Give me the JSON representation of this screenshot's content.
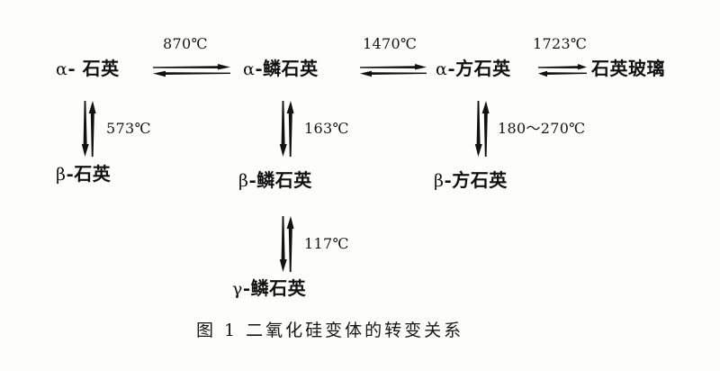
{
  "figure": {
    "caption": "图 1  二氧化硅变体的转变关系",
    "caption_number": "图 1",
    "caption_title": "二氧化硅变体的转变关系",
    "background_color": "#fdfdfc",
    "ink_color": "#121212"
  },
  "nodes": {
    "alpha_quartz": {
      "greek": "α",
      "dash": "-",
      "name": "石英",
      "full": "α-石英"
    },
    "beta_quartz": {
      "greek": "β",
      "dash": "-",
      "name": "石英",
      "full": "β-石英"
    },
    "alpha_tridymite": {
      "greek": "α",
      "dash": "-",
      "name": "鳞石英",
      "full": "α-鳞石英"
    },
    "beta_tridymite": {
      "greek": "β",
      "dash": "-",
      "name": "鳞石英",
      "full": "β-鳞石英"
    },
    "gamma_tridymite": {
      "greek": "γ",
      "dash": "-",
      "name": "鳞石英",
      "full": "γ-鳞石英"
    },
    "alpha_cristobalite": {
      "greek": "α",
      "dash": "-",
      "name": "方石英",
      "full": "α-方石英"
    },
    "beta_cristobalite": {
      "greek": "β",
      "dash": "-",
      "name": "方石英",
      "full": "β-方石英"
    },
    "quartz_glass": {
      "greek": "",
      "dash": "",
      "name": "石英玻璃",
      "full": "石英玻璃"
    }
  },
  "transitions": {
    "quartz_to_tridymite": "870℃",
    "tridymite_to_cristobalite": "1470℃",
    "cristobalite_to_glass": "1723℃",
    "alpha_beta_quartz": "573℃",
    "alpha_beta_tridymite": "163℃",
    "alpha_beta_cristobalite": "180～270℃",
    "beta_gamma_tridymite": "117℃"
  }
}
